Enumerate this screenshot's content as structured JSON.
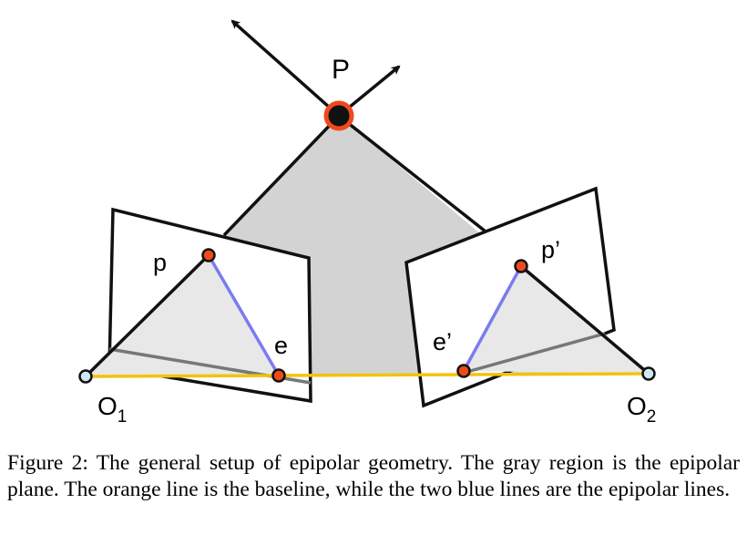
{
  "figure": {
    "labels": {
      "P": "P",
      "p": "p",
      "e": "e",
      "p_prime": "p’",
      "e_prime": "e’",
      "O1_base": "O",
      "O1_sub": "1",
      "O2_base": "O",
      "O2_sub": "2"
    },
    "colors": {
      "epipolar_plane": "#d3d3d3",
      "image_plane_fill": "#ffffff",
      "baseline": "#f4c20d",
      "epipolar_line": "#7b7bf0",
      "point_fill": "#ef4a1c",
      "point_P_fill": "#111111",
      "camera_center_fill": "#cfe9f0",
      "outline": "#111111"
    }
  },
  "caption": "Figure 2: The general setup of epipolar geometry. The gray region is the epipolar plane. The orange line is the baseline, while the two blue lines are the epipolar lines."
}
